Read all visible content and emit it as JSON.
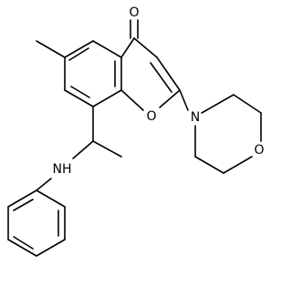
{
  "molecule": {
    "atoms": {
      "carbonyl_oxygen": "O",
      "ring_oxygen": "O",
      "morpholine_nitrogen": "N",
      "morpholine_oxygen": "O",
      "amine": "NH"
    }
  }
}
